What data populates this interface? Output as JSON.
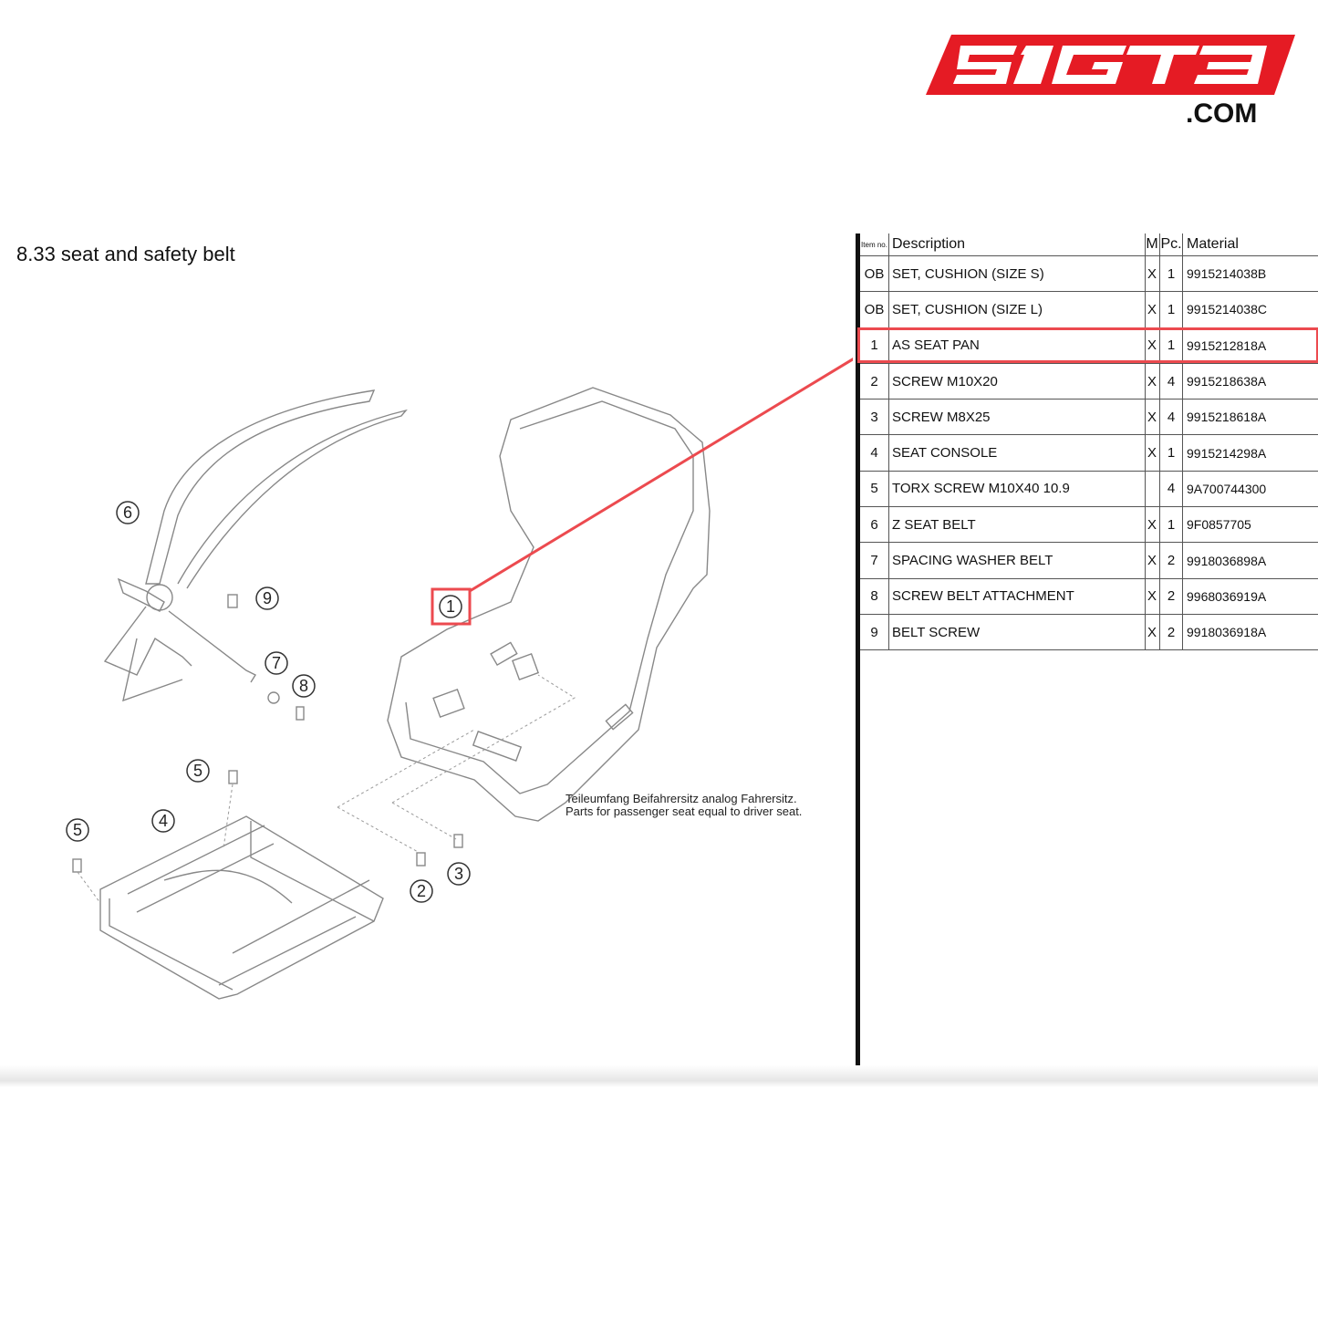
{
  "logo": {
    "brand_text": "51GT3",
    "suffix": ".COM",
    "color": "#e51b24"
  },
  "page_title": "8.33  seat and safety belt",
  "diagram": {
    "note_de": "Teileumfang Beifahrersitz analog Fahrersitz.",
    "note_en": "Parts for passenger seat equal to driver seat.",
    "callouts": [
      "6",
      "9",
      "7",
      "8",
      "1",
      "5",
      "4",
      "5",
      "2",
      "3"
    ],
    "highlight_color": "#ec4a4f"
  },
  "table": {
    "headers": {
      "item": "Item no.",
      "description": "Description",
      "m": "M",
      "pc": "Pc.",
      "material": "Material"
    },
    "rows": [
      {
        "item": "OB",
        "description": "SET, CUSHION (SIZE S)",
        "m": "X",
        "pc": "1",
        "material": "9915214038B"
      },
      {
        "item": "OB",
        "description": "SET, CUSHION (SIZE L)",
        "m": "X",
        "pc": "1",
        "material": "9915214038C"
      },
      {
        "item": "1",
        "description": "AS SEAT PAN",
        "m": "X",
        "pc": "1",
        "material": "9915212818A",
        "highlighted": true
      },
      {
        "item": "2",
        "description": "SCREW M10X20",
        "m": "X",
        "pc": "4",
        "material": "9915218638A"
      },
      {
        "item": "3",
        "description": "SCREW M8X25",
        "m": "X",
        "pc": "4",
        "material": "9915218618A"
      },
      {
        "item": "4",
        "description": "SEAT CONSOLE",
        "m": "X",
        "pc": "1",
        "material": "9915214298A"
      },
      {
        "item": "5",
        "description": "TORX SCREW M10X40 10.9",
        "m": "",
        "pc": "4",
        "material": "9A700744300"
      },
      {
        "item": "6",
        "description": "Z SEAT BELT",
        "m": "X",
        "pc": "1",
        "material": "9F0857705"
      },
      {
        "item": "7",
        "description": "SPACING WASHER BELT",
        "m": "X",
        "pc": "2",
        "material": "9918036898A"
      },
      {
        "item": "8",
        "description": "SCREW BELT ATTACHMENT",
        "m": "X",
        "pc": "2",
        "material": "9968036919A"
      },
      {
        "item": "9",
        "description": "BELT SCREW",
        "m": "X",
        "pc": "2",
        "material": "9918036918A"
      }
    ]
  }
}
